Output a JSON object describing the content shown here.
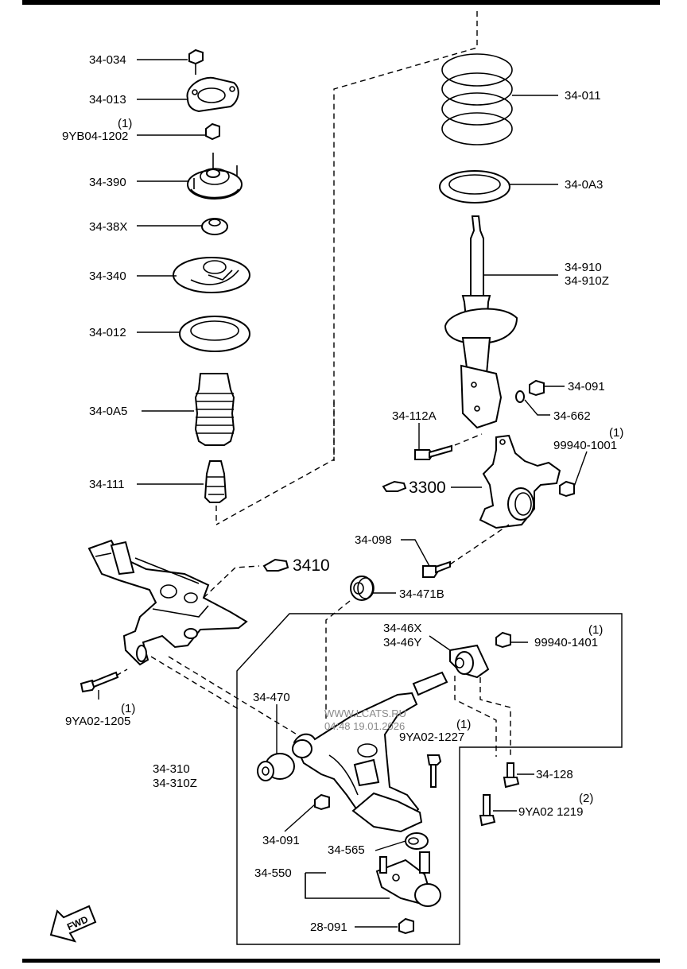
{
  "labels": {
    "l_34_034": "34-034",
    "l_34_013": "34-013",
    "l_9yb04_q": "(1)",
    "l_9yb04": "9YB04-1202",
    "l_34_390": "34-390",
    "l_34_38x": "34-38X",
    "l_34_340": "34-340",
    "l_34_012": "34-012",
    "l_34_0a5": "34-0A5",
    "l_34_111": "34-111",
    "l_34_011": "34-011",
    "l_34_0a3": "34-0A3",
    "l_34_910": "34-910",
    "l_34_910z": "34-910Z",
    "l_34_091_top": "34-091",
    "l_34_662": "34-662",
    "l_34_112a": "34-112A",
    "l_99940_1001_q": "(1)",
    "l_99940_1001": "99940-1001",
    "l_3300": "3300",
    "l_34_098": "34-098",
    "l_3410": "3410",
    "l_34_471b": "34-471B",
    "l_34_46x": "34-46X",
    "l_34_46y": "34-46Y",
    "l_99940_1401_q": "(1)",
    "l_99940_1401": "99940-1401",
    "l_9ya02_1205_q": "(1)",
    "l_9ya02_1205": "9YA02-1205",
    "l_34_470": "34-470",
    "l_9ya02_1227_q": "(1)",
    "l_9ya02_1227": "9YA02-1227",
    "l_34_310": "34-310",
    "l_34_310z": "34-310Z",
    "l_34_128": "34-128",
    "l_9ya02_1219_q": "(2)",
    "l_9ya02_1219": "9YA02 1219",
    "l_34_091_bot": "34-091",
    "l_34_565": "34-565",
    "l_34_550": "34-550",
    "l_28_091": "28-091",
    "fwd": "FWD"
  },
  "watermark": {
    "site": "WWW.LCATS.RU",
    "time": "04:48 19.01.2026"
  }
}
